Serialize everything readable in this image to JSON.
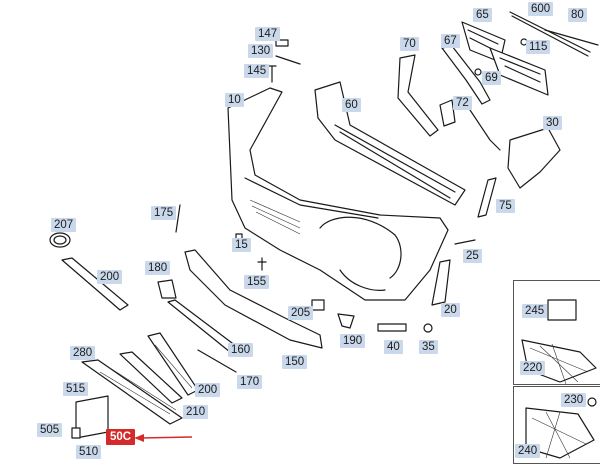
{
  "diagram": {
    "highlight_color": "#d52a2a",
    "callout_color": "#c9d8ea",
    "callouts": {
      "c600": "600",
      "c80": "80",
      "c65": "65",
      "c147": "147",
      "c130": "130",
      "c115": "115",
      "c70": "70",
      "c67": "67",
      "c145": "145",
      "c69": "69",
      "c10": "10",
      "c60": "60",
      "c72": "72",
      "c30": "30",
      "c175": "175",
      "c75": "75",
      "c207": "207",
      "c15": "15",
      "c25": "25",
      "c200a": "200",
      "c180": "180",
      "c155": "155",
      "c20": "20",
      "c245": "245",
      "c205": "205",
      "c190": "190",
      "c40": "40",
      "c35": "35",
      "c160": "160",
      "c280": "280",
      "c150": "150",
      "c220": "220",
      "c170": "170",
      "c515": "515",
      "c200b": "200",
      "c230": "230",
      "c210": "210",
      "c505": "505",
      "c500": "50C",
      "c240": "240",
      "c510": "510"
    }
  }
}
